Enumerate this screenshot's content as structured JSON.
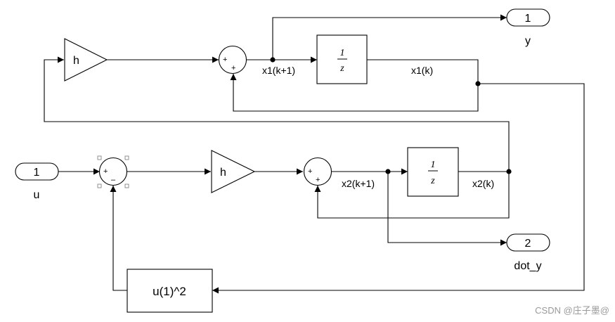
{
  "diagram": {
    "gains": {
      "top": "h",
      "bottom": "h"
    },
    "delays": {
      "top": {
        "numerator": "1",
        "denominator": "z"
      },
      "bottom": {
        "numerator": "1",
        "denominator": "z"
      }
    },
    "sums": {
      "top_signs": [
        "+",
        "+"
      ],
      "mid_signs": [
        "+",
        "+"
      ],
      "input_signs": [
        "+",
        "–"
      ]
    },
    "ports": {
      "in_u": {
        "number": "1",
        "label": "u"
      },
      "out_y": {
        "number": "1",
        "label": "y"
      },
      "out_dot_y": {
        "number": "2",
        "label": "dot_y"
      }
    },
    "fcn": {
      "expression": "u(1)^2"
    },
    "signals": {
      "x1_next": "x1(k+1)",
      "x1": "x1(k)",
      "x2_next": "x2(k+1)",
      "x2": "x2(k)"
    }
  },
  "watermark": "CSDN @庄子墨@"
}
